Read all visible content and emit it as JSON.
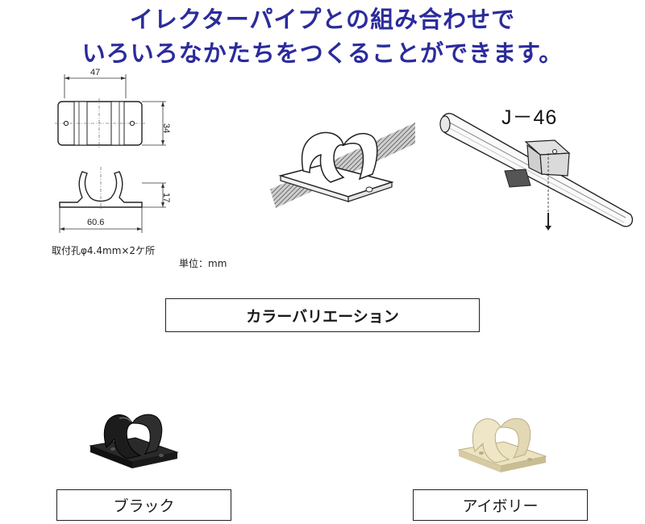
{
  "headline": {
    "line1": "イレクターパイプとの組み合わせで",
    "line2": "いろいろなかたちをつくることができます。",
    "color": "#2b2b9c"
  },
  "drawing": {
    "dim_width": "47",
    "dim_height": "34",
    "dim_clip_height": "17",
    "dim_base_width": "60.6",
    "mount_hole_note": "取付孔φ4.4mm×2ケ所",
    "unit_note": "単位：mm"
  },
  "install": {
    "model": "J－46"
  },
  "variation": {
    "title": "カラーバリエーション",
    "items": [
      {
        "label": "ブラック",
        "color": "#1c1c1c"
      },
      {
        "label": "アイボリー",
        "color": "#ece3c0"
      }
    ]
  }
}
